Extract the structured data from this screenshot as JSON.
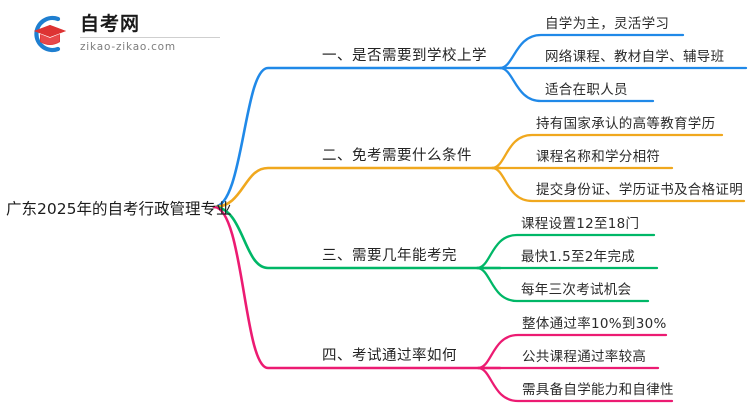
{
  "logo": {
    "title": "自考网",
    "domain": "zikao-zikao.com",
    "mark_icon": "graduation-cap-icon",
    "arc_color": "#1f7fd0",
    "cap_color": "#e03a3a"
  },
  "mindmap": {
    "root": {
      "label": "广东2025年的自考行政管理专业"
    },
    "branches": [
      {
        "index": "1",
        "label": "一、是否需要到学校上学",
        "color": "#2089e8",
        "children": [
          {
            "label": "自学为主，灵活学习"
          },
          {
            "label": "网络课程、教材自学、辅导班"
          },
          {
            "label": "适合在职人员"
          }
        ]
      },
      {
        "index": "2",
        "label": "二、免考需要什么条件",
        "color": "#f0a81e",
        "children": [
          {
            "label": "持有国家承认的高等教育学历"
          },
          {
            "label": "课程名称和学分相符"
          },
          {
            "label": "提交身份证、学历证书及合格证明"
          }
        ]
      },
      {
        "index": "3",
        "label": "三、需要几年能考完",
        "color": "#00b767",
        "children": [
          {
            "label": "课程设置12至18门"
          },
          {
            "label": "最快1.5至2年完成"
          },
          {
            "label": "每年三次考试机会"
          }
        ]
      },
      {
        "index": "4",
        "label": "四、考试通过率如何",
        "color": "#ec1b72",
        "children": [
          {
            "label": "整体通过率10%到30%"
          },
          {
            "label": "公共课程通过率较高"
          },
          {
            "label": "需具备自学能力和自律性"
          }
        ]
      }
    ]
  }
}
